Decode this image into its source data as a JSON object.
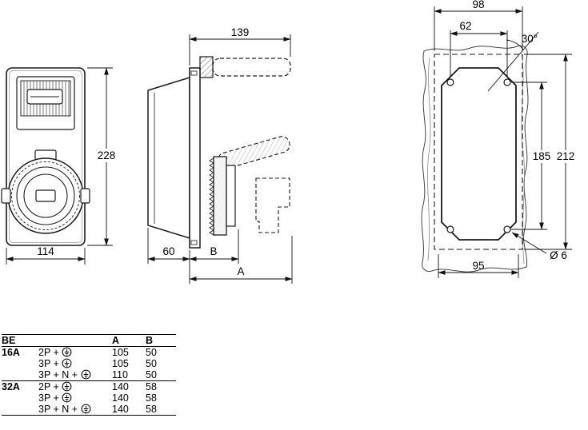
{
  "views": {
    "front": {
      "dim_width": "114",
      "dim_height": "228"
    },
    "side": {
      "dim_length": "139",
      "dim_depth": "60",
      "dim_b": "B",
      "dim_a": "A"
    },
    "cutout": {
      "dim_top_width": "98",
      "dim_hole_span": "62",
      "dim_angle": "30°",
      "dim_inner_height": "185",
      "dim_outer_height": "212",
      "dim_bottom_width": "95",
      "dim_hole_diameter": "Ø 6"
    }
  },
  "icons": {
    "earth_ground": "⏚"
  },
  "table": {
    "header": {
      "be": "BE",
      "a": "A",
      "b": "B"
    },
    "groups": [
      {
        "amp": "16A",
        "rows": [
          {
            "config": "2P +",
            "a": "105",
            "b": "50"
          },
          {
            "config": "3P +",
            "a": "105",
            "b": "50"
          },
          {
            "config": "3P + N +",
            "a": "110",
            "b": "50"
          }
        ]
      },
      {
        "amp": "32A",
        "rows": [
          {
            "config": "2P +",
            "a": "140",
            "b": "58"
          },
          {
            "config": "3P +",
            "a": "140",
            "b": "58"
          },
          {
            "config": "3P + N +",
            "a": "140",
            "b": "58"
          }
        ]
      }
    ]
  }
}
